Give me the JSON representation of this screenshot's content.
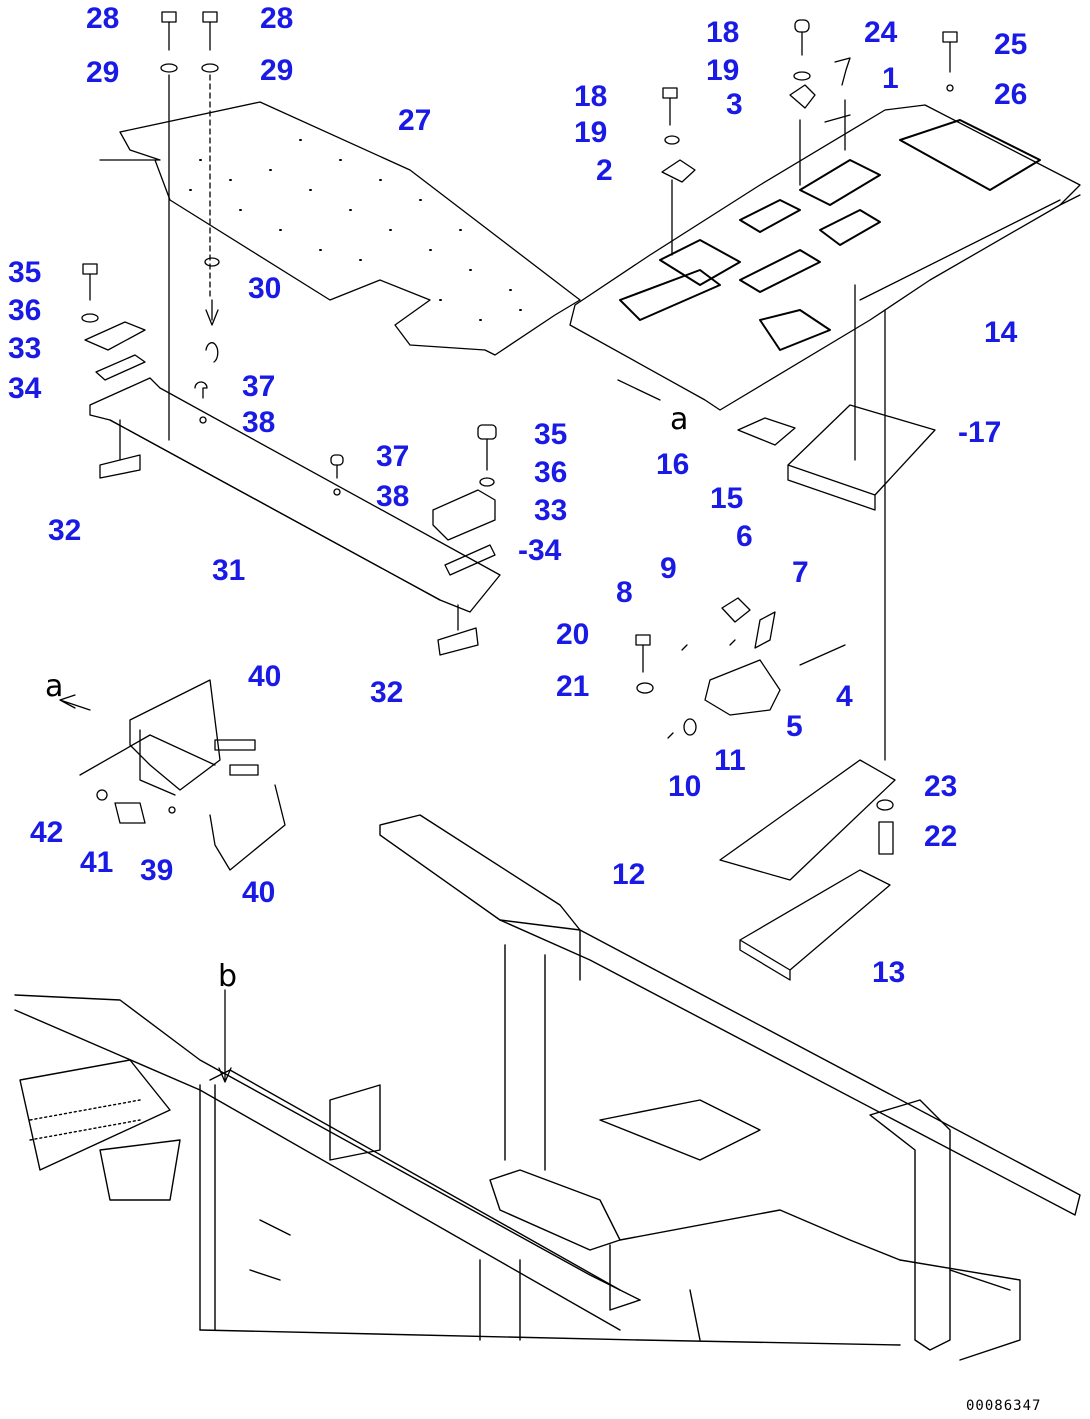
{
  "colors": {
    "callout": "#1a1ae6",
    "line": "#000000",
    "background": "#ffffff"
  },
  "drawing_id": "00086347",
  "view_letters": {
    "a1": "a",
    "a2": "a",
    "b": "b"
  },
  "callouts": [
    {
      "id": "c28a",
      "label": "28"
    },
    {
      "id": "c28b",
      "label": "28"
    },
    {
      "id": "c29a",
      "label": "29"
    },
    {
      "id": "c29b",
      "label": "29"
    },
    {
      "id": "c27",
      "label": "27"
    },
    {
      "id": "c30",
      "label": "30"
    },
    {
      "id": "c35a",
      "label": "35"
    },
    {
      "id": "c36a",
      "label": "36"
    },
    {
      "id": "c33a",
      "label": "33"
    },
    {
      "id": "c34a",
      "label": "34"
    },
    {
      "id": "c37a",
      "label": "37"
    },
    {
      "id": "c38a",
      "label": "38"
    },
    {
      "id": "c32a",
      "label": "32"
    },
    {
      "id": "c31",
      "label": "31"
    },
    {
      "id": "c37b",
      "label": "37"
    },
    {
      "id": "c38b",
      "label": "38"
    },
    {
      "id": "c35b",
      "label": "35"
    },
    {
      "id": "c36b",
      "label": "36"
    },
    {
      "id": "c33b",
      "label": "33"
    },
    {
      "id": "c34b",
      "label": "-34"
    },
    {
      "id": "c32b",
      "label": "32"
    },
    {
      "id": "c18a",
      "label": "18"
    },
    {
      "id": "c24",
      "label": "24"
    },
    {
      "id": "c25",
      "label": "25"
    },
    {
      "id": "c19a",
      "label": "19"
    },
    {
      "id": "c26",
      "label": "26"
    },
    {
      "id": "c1",
      "label": "1"
    },
    {
      "id": "c3",
      "label": "3"
    },
    {
      "id": "c18b",
      "label": "18"
    },
    {
      "id": "c19b",
      "label": "19"
    },
    {
      "id": "c2",
      "label": "2"
    },
    {
      "id": "c14",
      "label": "14"
    },
    {
      "id": "c17",
      "label": "-17"
    },
    {
      "id": "c16",
      "label": "16"
    },
    {
      "id": "c15",
      "label": "15"
    },
    {
      "id": "c6",
      "label": "6"
    },
    {
      "id": "c9",
      "label": "9"
    },
    {
      "id": "c7",
      "label": "7"
    },
    {
      "id": "c8",
      "label": "8"
    },
    {
      "id": "c20",
      "label": "20"
    },
    {
      "id": "c21",
      "label": "21"
    },
    {
      "id": "c4",
      "label": "4"
    },
    {
      "id": "c5",
      "label": "5"
    },
    {
      "id": "c11",
      "label": "11"
    },
    {
      "id": "c10",
      "label": "10"
    },
    {
      "id": "c23",
      "label": "23"
    },
    {
      "id": "c22",
      "label": "22"
    },
    {
      "id": "c12",
      "label": "12"
    },
    {
      "id": "c13",
      "label": "13"
    },
    {
      "id": "c40a",
      "label": "40"
    },
    {
      "id": "c40b",
      "label": "40"
    },
    {
      "id": "c42",
      "label": "42"
    },
    {
      "id": "c41",
      "label": "41"
    },
    {
      "id": "c39",
      "label": "39"
    }
  ]
}
